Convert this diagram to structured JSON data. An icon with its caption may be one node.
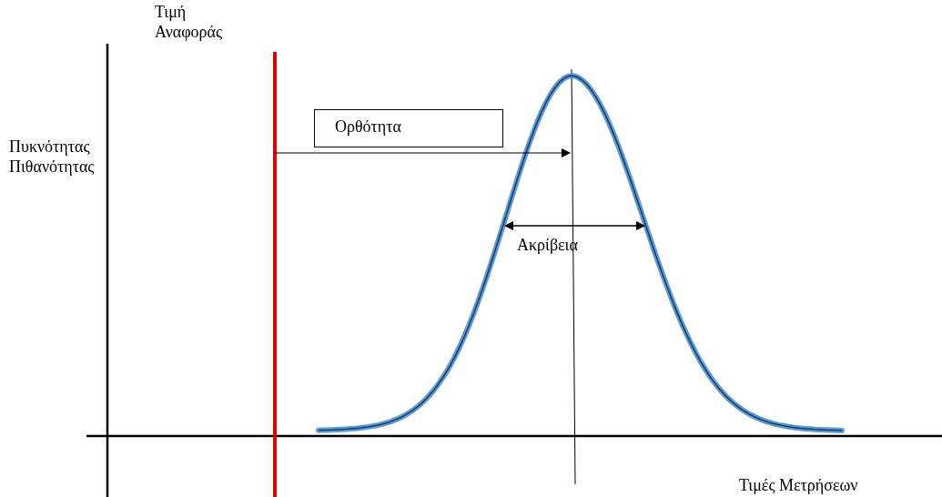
{
  "diagram": {
    "nodes": [
      {
        "text": [
          "Ορθότητα"
        ]
      }
    ],
    "labels": [
      "Τιμή Αναφοράς",
      "Πυκνότητας Πιθανότητας",
      "Ακρίβεια",
      "Τιμές Μετρήσεων"
    ]
  }
}
